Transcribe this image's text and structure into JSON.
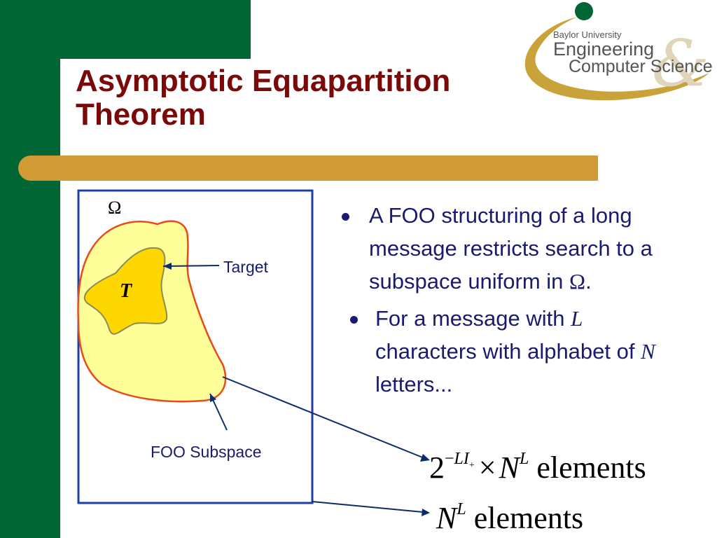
{
  "slide": {
    "title": {
      "line1": "Asymptotic Equapartition",
      "line2": "Theorem"
    },
    "logo": {
      "university": "Baylor University",
      "line1": "Engineering",
      "line2": "Computer Science"
    },
    "colors": {
      "green": "#006633",
      "gold": "#d09a35",
      "title": "#7a0a0a",
      "text": "#1a1a6e",
      "frame": "#1f3fa8",
      "outer_region_fill": "#ffff99",
      "outer_region_stroke": "#e84a1a",
      "target_fill": "#ffd700",
      "target_stroke": "#8a8a5a",
      "arrow": "#0c2d6b"
    }
  },
  "diagram": {
    "omega": "Ω",
    "target_symbol": "T",
    "target_label": "Target",
    "subspace_label": "FOO Subspace"
  },
  "bullets": {
    "b1_text": "A FOO structuring of a long message restricts search to a subspace uniform in ",
    "b1_symbol": "Ω",
    "b1_end": ".",
    "b2_part1": "For a message with ",
    "b2_var1": "L",
    "b2_part2": " characters with alphabet of ",
    "b2_var2": "N",
    "b2_part3": " letters..."
  },
  "formulas": {
    "f1_base": "2",
    "f1_exp_sign": "−",
    "f1_exp_var": "LI",
    "f1_exp_sub": "+",
    "f1_times": "×",
    "f1_var": "N",
    "f1_sup": "L",
    "f1_word": " elements",
    "f2_var": "N",
    "f2_sup": "L",
    "f2_word": " elements"
  }
}
